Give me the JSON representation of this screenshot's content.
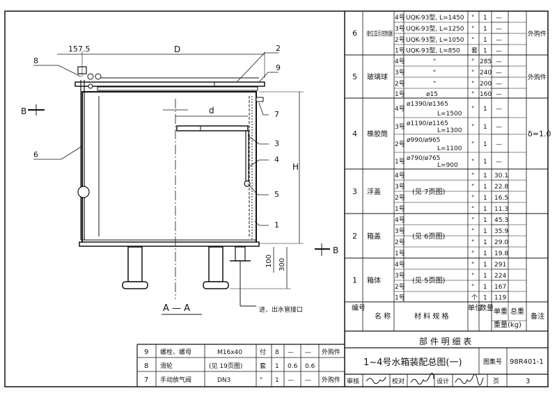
{
  "drawing": {
    "dims": {
      "offset": "157.5",
      "D": "D",
      "d": "d",
      "H": "H",
      "h100": "100",
      "h300": "300"
    },
    "callouts": [
      "1",
      "2",
      "3",
      "4",
      "5",
      "6",
      "7",
      "8",
      "9"
    ],
    "section_marks": {
      "left": "B",
      "right": "B"
    },
    "section_title": "A — A",
    "pipe_label": "进、出水管接口"
  },
  "parts_table": {
    "header": {
      "no": "编号",
      "name": "名 称",
      "spec": "材 料 规 格",
      "unit": "单位",
      "qty": "数量",
      "unit_weight": "单重",
      "total_weight": "总重",
      "weight_unit": "重量(kg)",
      "note": "备注"
    },
    "caption": "部 件 明 细 表",
    "rows": [
      {
        "no": "6",
        "name": "液位显示控制器",
        "note": "外购件",
        "items": [
          {
            "model": "4号",
            "spec": "UQK-93型, L=1450",
            "unit": "\"",
            "qty": "1",
            "weight": "—"
          },
          {
            "model": "3号",
            "spec": "UQK-93型, L=1250",
            "unit": "\"",
            "qty": "1",
            "weight": "—"
          },
          {
            "model": "2号",
            "spec": "UQK-93型, L=1050",
            "unit": "\"",
            "qty": "1",
            "weight": "—"
          },
          {
            "model": "1号",
            "spec": "UQK-93型, L=850",
            "unit": "套",
            "qty": "1",
            "weight": "—"
          }
        ]
      },
      {
        "no": "5",
        "name": "玻璃球",
        "note": "外购件",
        "items": [
          {
            "model": "4号",
            "spec": "\"",
            "unit": "\"",
            "qty": "285",
            "weight": "—"
          },
          {
            "model": "3号",
            "spec": "\"",
            "unit": "\"",
            "qty": "240",
            "weight": "—"
          },
          {
            "model": "2号",
            "spec": "\"",
            "unit": "\"",
            "qty": "200",
            "weight": "—"
          },
          {
            "model": "1号",
            "spec": "ø15",
            "unit": "\"",
            "qty": "160",
            "weight": "—"
          }
        ]
      },
      {
        "no": "4",
        "name": "橡胶筒",
        "note": "δ=1.0",
        "items": [
          {
            "model": "4号",
            "spec": "ø1390/ø1365",
            "spec2": "L=1500",
            "unit": "\"",
            "qty": "1",
            "weight": "—"
          },
          {
            "model": "3号",
            "spec": "ø1190/ø1165",
            "spec2": "L=1300",
            "unit": "\"",
            "qty": "1",
            "weight": "—"
          },
          {
            "model": "2号",
            "spec": "ø990/ø965",
            "spec2": "L=1100",
            "unit": "\"",
            "qty": "1",
            "weight": "—"
          },
          {
            "model": "1号",
            "spec": "ø790/ø765",
            "spec2": "L=900",
            "unit": "\"",
            "qty": "1",
            "weight": "—"
          }
        ]
      },
      {
        "no": "3",
        "name": "浮盖",
        "spec_ref": "(见 7页图)",
        "note": "",
        "items": [
          {
            "model": "4号",
            "unit": "\"",
            "qty": "1",
            "weight": "30.1"
          },
          {
            "model": "3号",
            "unit": "\"",
            "qty": "1",
            "weight": "22.8"
          },
          {
            "model": "2号",
            "unit": "\"",
            "qty": "1",
            "weight": "16.5"
          },
          {
            "model": "1号",
            "unit": "\"",
            "qty": "1",
            "weight": "11.3"
          }
        ]
      },
      {
        "no": "2",
        "name": "箱盖",
        "spec_ref": "(见 6页图)",
        "note": "",
        "items": [
          {
            "model": "4号",
            "unit": "\"",
            "qty": "1",
            "weight": "45.3"
          },
          {
            "model": "3号",
            "unit": "\"",
            "qty": "1",
            "weight": "35.9"
          },
          {
            "model": "2号",
            "unit": "\"",
            "qty": "1",
            "weight": "29.0"
          },
          {
            "model": "1号",
            "unit": "\"",
            "qty": "1",
            "weight": "19.8"
          }
        ]
      },
      {
        "no": "1",
        "name": "箱体",
        "spec_ref": "(见 5页图)",
        "note": "",
        "items": [
          {
            "model": "4号",
            "unit": "\"",
            "qty": "1",
            "weight": "291"
          },
          {
            "model": "3号",
            "unit": "\"",
            "qty": "1",
            "weight": "224"
          },
          {
            "model": "2号",
            "unit": "\"",
            "qty": "1",
            "weight": "167"
          },
          {
            "model": "1号",
            "unit": "个",
            "qty": "1",
            "weight": "119"
          }
        ]
      }
    ]
  },
  "lower_table": [
    {
      "no": "9",
      "name": "螺栓、螺母",
      "spec": "M16x40",
      "unit": "付",
      "qty": "8",
      "w1": "—",
      "w2": "—",
      "note": "外购件"
    },
    {
      "no": "8",
      "name": "滑轮",
      "spec": "(见 19页图)",
      "unit": "套",
      "qty": "1",
      "w1": "0.6",
      "w2": "0.6",
      "note": ""
    },
    {
      "no": "7",
      "name": "手动放气阀",
      "spec": "DN3",
      "unit": "\"",
      "qty": "1",
      "w1": "—",
      "w2": "—",
      "note": "外购件"
    }
  ],
  "title_block": {
    "title": "1~4号水箱装配总图(一)",
    "atlas_label": "图集号",
    "atlas_no": "98R401-1",
    "review_label": "审核",
    "check_label": "校对",
    "design_label": "设计",
    "page_label": "页",
    "page_no": "3"
  }
}
